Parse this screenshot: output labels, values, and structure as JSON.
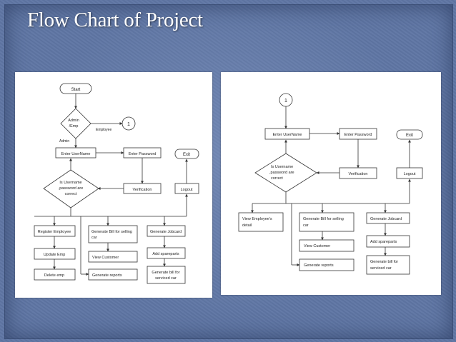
{
  "slide": {
    "title": "Flow Chart of Project"
  },
  "left_chart": {
    "start": "Start",
    "decision": [
      "Admin",
      "/Emp"
    ],
    "employee_label": "Employee",
    "admin_label": "Admin",
    "connector": "1",
    "enter_username": "Enter UserName",
    "enter_password": "Enter Password",
    "verification": "Verification",
    "check": [
      "Is Username",
      ",password are",
      "correct"
    ],
    "exit": "Exit",
    "logout": "Logout",
    "register_employee": "Register Employee",
    "update_emp": "Update Emp",
    "delete_emp": "Delete emp",
    "generate_bill_selling": [
      "Generate Bill for selling",
      "car"
    ],
    "view_customer": "View Customer",
    "generate_reports": "Generate reports",
    "generate_jobcard": "Generate Jobcard",
    "add_spareparts": "Add spareparts",
    "generate_bill_serviced": [
      "Generate bill for",
      "serviced car"
    ]
  },
  "right_chart": {
    "connector": "1",
    "enter_username": "Enter UserName",
    "enter_password": "Enter Password",
    "verification": "Verification",
    "check": [
      "Is Username",
      ",password are",
      "correct"
    ],
    "exit": "Exit",
    "logout": "Logout",
    "view_employee": [
      "View Employee's",
      "detail"
    ],
    "generate_bill_selling": [
      "Generate Bill for selling",
      "car"
    ],
    "view_customer": "View Customer",
    "generate_reports": "Generate reports",
    "generate_jobcard": "Generate Jobcard",
    "add_spareparts": "Add spareparts",
    "generate_bill_serviced": [
      "Generate bill for",
      "serviced car"
    ]
  }
}
